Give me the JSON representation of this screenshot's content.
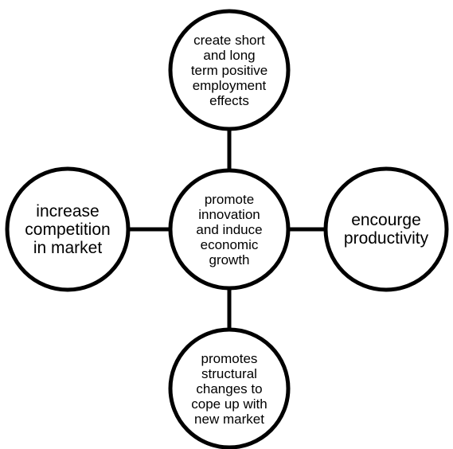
{
  "diagram": {
    "center": {
      "lines": [
        "promote",
        "innovation",
        "and induce",
        "economic",
        "growth"
      ]
    },
    "top": {
      "lines": [
        "create short",
        "and long",
        "term positive",
        "employment",
        "effects"
      ]
    },
    "left": {
      "lines": [
        "increase",
        "competition",
        "in market"
      ]
    },
    "right": {
      "lines": [
        "encourge",
        "productivity"
      ]
    },
    "bottom": {
      "lines": [
        "promotes",
        "structural",
        "changes to",
        "cope up with",
        "new market"
      ]
    }
  }
}
